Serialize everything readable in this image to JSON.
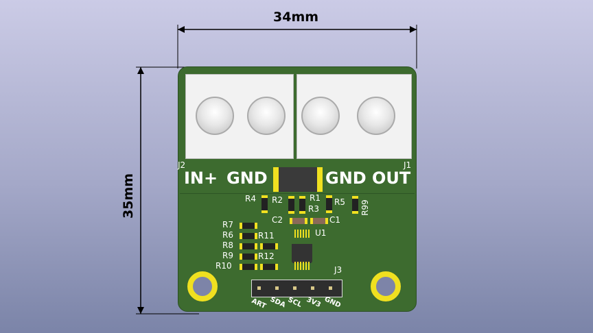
{
  "dimensions": {
    "width_label": "34mm",
    "height_label": "35mm"
  },
  "board": {
    "connector_refs": [
      "J2",
      "J1",
      "J3"
    ],
    "power_labels": [
      "IN+",
      "GND",
      "GND",
      "OUT"
    ],
    "resistors": [
      "R4",
      "R2",
      "R1",
      "R3",
      "R5",
      "R99",
      "R7",
      "R6",
      "R8",
      "R9",
      "R10",
      "R11",
      "R12"
    ],
    "capacitors": [
      "C2",
      "C1"
    ],
    "ic": "U1",
    "header_pins": [
      "ART",
      "SDA",
      "SCL",
      "3V3",
      "GND"
    ]
  }
}
